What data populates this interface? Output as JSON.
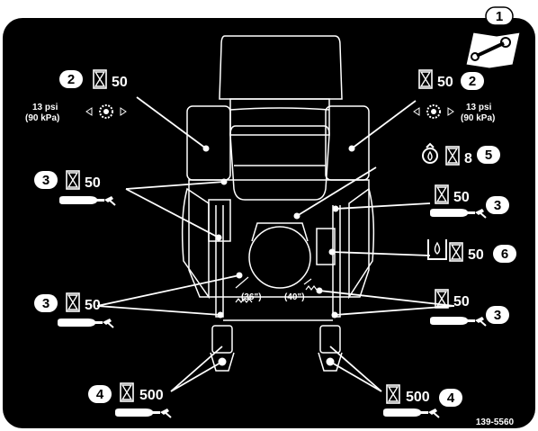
{
  "panel": {
    "background": "#000000",
    "foreground": "#ffffff"
  },
  "manual_badge": {
    "number": "1",
    "icon": "wrench-book-icon"
  },
  "callouts": {
    "tire_left": {
      "badge": "2",
      "hours": "50",
      "pressure_psi": "13 psi",
      "pressure_kpa": "(90 kPa)"
    },
    "tire_right": {
      "badge": "2",
      "hours": "50",
      "pressure_psi": "13 psi",
      "pressure_kpa": "(90 kPa)"
    },
    "grease_left_upper": {
      "badge": "3",
      "hours": "50"
    },
    "grease_right_upper": {
      "badge": "3",
      "hours": "50"
    },
    "grease_left_lower": {
      "badge": "3",
      "hours": "50"
    },
    "grease_right_lower": {
      "badge": "3",
      "hours": "50"
    },
    "caster_left": {
      "badge": "4",
      "hours": "500"
    },
    "caster_right": {
      "badge": "4",
      "hours": "500"
    },
    "engine_oil": {
      "badge": "5",
      "hours": "8"
    },
    "fuel_filter": {
      "badge": "6",
      "hours": "50"
    }
  },
  "spring_labels": {
    "left": "(36\")",
    "right": "(40\")"
  },
  "part_number": "139-5560"
}
